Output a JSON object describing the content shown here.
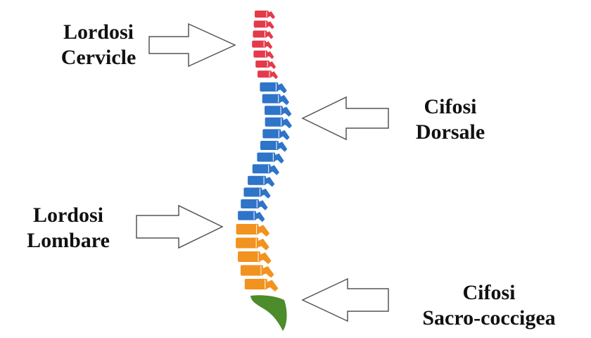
{
  "labels": {
    "cervicale": {
      "line1": "Lordosi",
      "line2": "Cervicle"
    },
    "dorsale": {
      "line1": "Cifosi",
      "line2": "Dorsale"
    },
    "lombare": {
      "line1": "Lordosi",
      "line2": "Lombare"
    },
    "sacro": {
      "line1": "Cifosi",
      "line2": "Sacro-coccigea"
    }
  },
  "colors": {
    "cervical": "#e43a4a",
    "thoracic": "#2e74c8",
    "lumbar": "#f2921f",
    "sacral": "#4c8c2b",
    "arrow_stroke": "#555555",
    "background": "#ffffff"
  },
  "regions": {
    "cervical": 7,
    "thoracic": 12,
    "lumbar": 5
  }
}
